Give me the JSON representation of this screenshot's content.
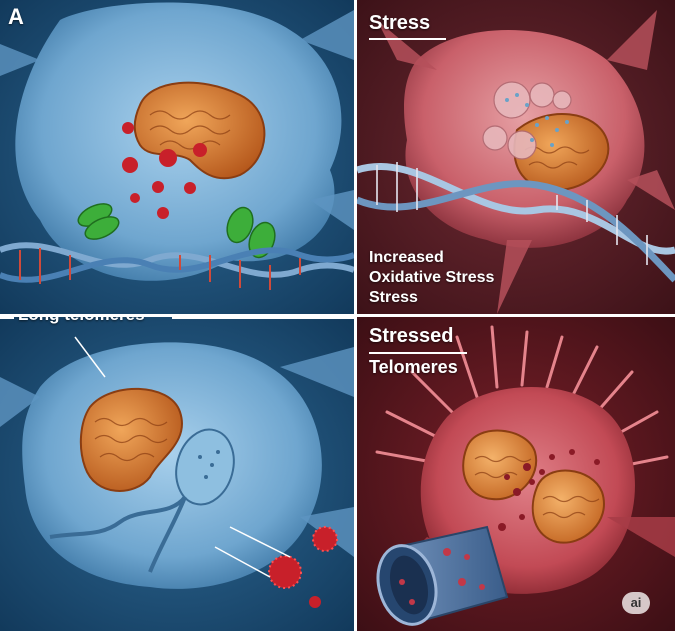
{
  "panels": {
    "top_left": {
      "letter": "A"
    },
    "top_right": {
      "title": "Stress",
      "description": [
        "Increased",
        "Oxidative Stress",
        "Stress"
      ]
    },
    "bottom_left": {
      "label": "Long telomeres"
    },
    "bottom_right": {
      "title": "Stressed",
      "subtitle": "Telomeres",
      "badge": "ai"
    }
  },
  "colors": {
    "blue_bg": "#1d4f78",
    "blue_cell": "#6fa6cf",
    "red_bg": "#5a1a22",
    "red_cell": "#c9606a",
    "mitochondria": "#d7812e",
    "virus_red": "#c8202a",
    "green_particle": "#3dae3a",
    "dna_blue": "#4a80b4",
    "dna_rung": "#d04a3a"
  },
  "icons": [
    "virus-icon",
    "mitochondrion-icon",
    "dna-helix-icon",
    "sperm-shaped-structure-icon",
    "telomere-tube-icon"
  ]
}
